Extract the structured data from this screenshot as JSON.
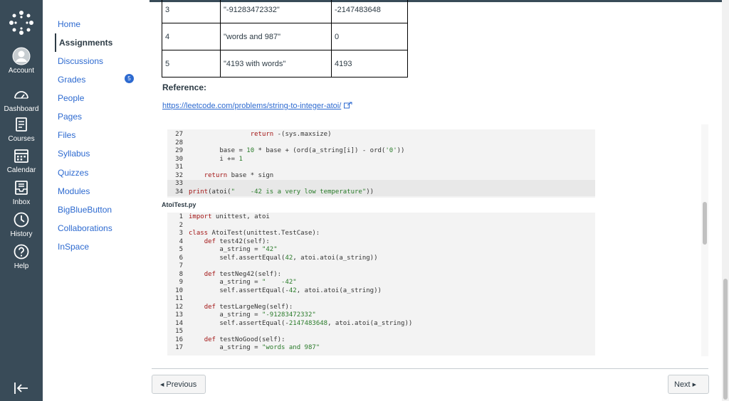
{
  "global_nav": {
    "items": [
      {
        "label": "Account",
        "icon": "account-icon"
      },
      {
        "label": "Dashboard",
        "icon": "dashboard-icon"
      },
      {
        "label": "Courses",
        "icon": "courses-icon"
      },
      {
        "label": "Calendar",
        "icon": "calendar-icon"
      },
      {
        "label": "Inbox",
        "icon": "inbox-icon"
      },
      {
        "label": "History",
        "icon": "history-icon"
      },
      {
        "label": "Help",
        "icon": "help-icon"
      }
    ]
  },
  "course_nav": {
    "items": [
      {
        "label": "Home"
      },
      {
        "label": "Assignments",
        "active": true
      },
      {
        "label": "Discussions"
      },
      {
        "label": "Grades",
        "badge": "5"
      },
      {
        "label": "People"
      },
      {
        "label": "Pages"
      },
      {
        "label": "Files"
      },
      {
        "label": "Syllabus"
      },
      {
        "label": "Quizzes"
      },
      {
        "label": "Modules"
      },
      {
        "label": "BigBlueButton"
      },
      {
        "label": "Collaborations"
      },
      {
        "label": "InSpace"
      }
    ]
  },
  "test_table": {
    "rows": [
      [
        "3",
        "\"-91283472332\"",
        "-2147483648"
      ],
      [
        "4",
        "\"words and 987\"",
        "0"
      ],
      [
        "5",
        "\"4193 with words\"",
        "4193"
      ]
    ]
  },
  "reference": {
    "label": "Reference:",
    "link": "https://leetcode.com/problems/string-to-integer-atoi/"
  },
  "code_block_1": {
    "lines": [
      {
        "n": "27",
        "code": "                return -(sys.maxsize)"
      },
      {
        "n": "28",
        "code": ""
      },
      {
        "n": "29",
        "code": "        base = 10 * base + (ord(a_string[i]) - ord('0'))"
      },
      {
        "n": "30",
        "code": "        i += 1"
      },
      {
        "n": "31",
        "code": ""
      },
      {
        "n": "32",
        "code": "    return base * sign"
      },
      {
        "n": "33",
        "code": ""
      },
      {
        "n": "34",
        "code": "print(atoi(\"    -42 is a very low temperature\"))"
      }
    ]
  },
  "file_label": "AtoiTest.py",
  "code_block_2": {
    "lines": [
      {
        "n": "1",
        "code": "import unittest, atoi"
      },
      {
        "n": "2",
        "code": ""
      },
      {
        "n": "3",
        "code": "class AtoiTest(unittest.TestCase):"
      },
      {
        "n": "4",
        "code": "    def test42(self):"
      },
      {
        "n": "5",
        "code": "        a_string = \"42\""
      },
      {
        "n": "6",
        "code": "        self.assertEqual(42, atoi.atoi(a_string))"
      },
      {
        "n": "7",
        "code": ""
      },
      {
        "n": "8",
        "code": "    def testNeg42(self):"
      },
      {
        "n": "9",
        "code": "        a_string = \"    -42\""
      },
      {
        "n": "10",
        "code": "        self.assertEqual(-42, atoi.atoi(a_string))"
      },
      {
        "n": "11",
        "code": ""
      },
      {
        "n": "12",
        "code": "    def testLargeNeg(self):"
      },
      {
        "n": "13",
        "code": "        a_string = \"-91283472332\""
      },
      {
        "n": "14",
        "code": "        self.assertEqual(-2147483648, atoi.atoi(a_string))"
      },
      {
        "n": "15",
        "code": ""
      },
      {
        "n": "16",
        "code": "    def testNoGood(self):"
      },
      {
        "n": "17",
        "code": "        a_string = \"words and 987\""
      }
    ]
  },
  "pagination": {
    "previous": "Previous",
    "next": "Next"
  },
  "colors": {
    "nav_bg": "#394b58",
    "link": "#2d6ad0",
    "code_bg": "#f3f3f3"
  }
}
